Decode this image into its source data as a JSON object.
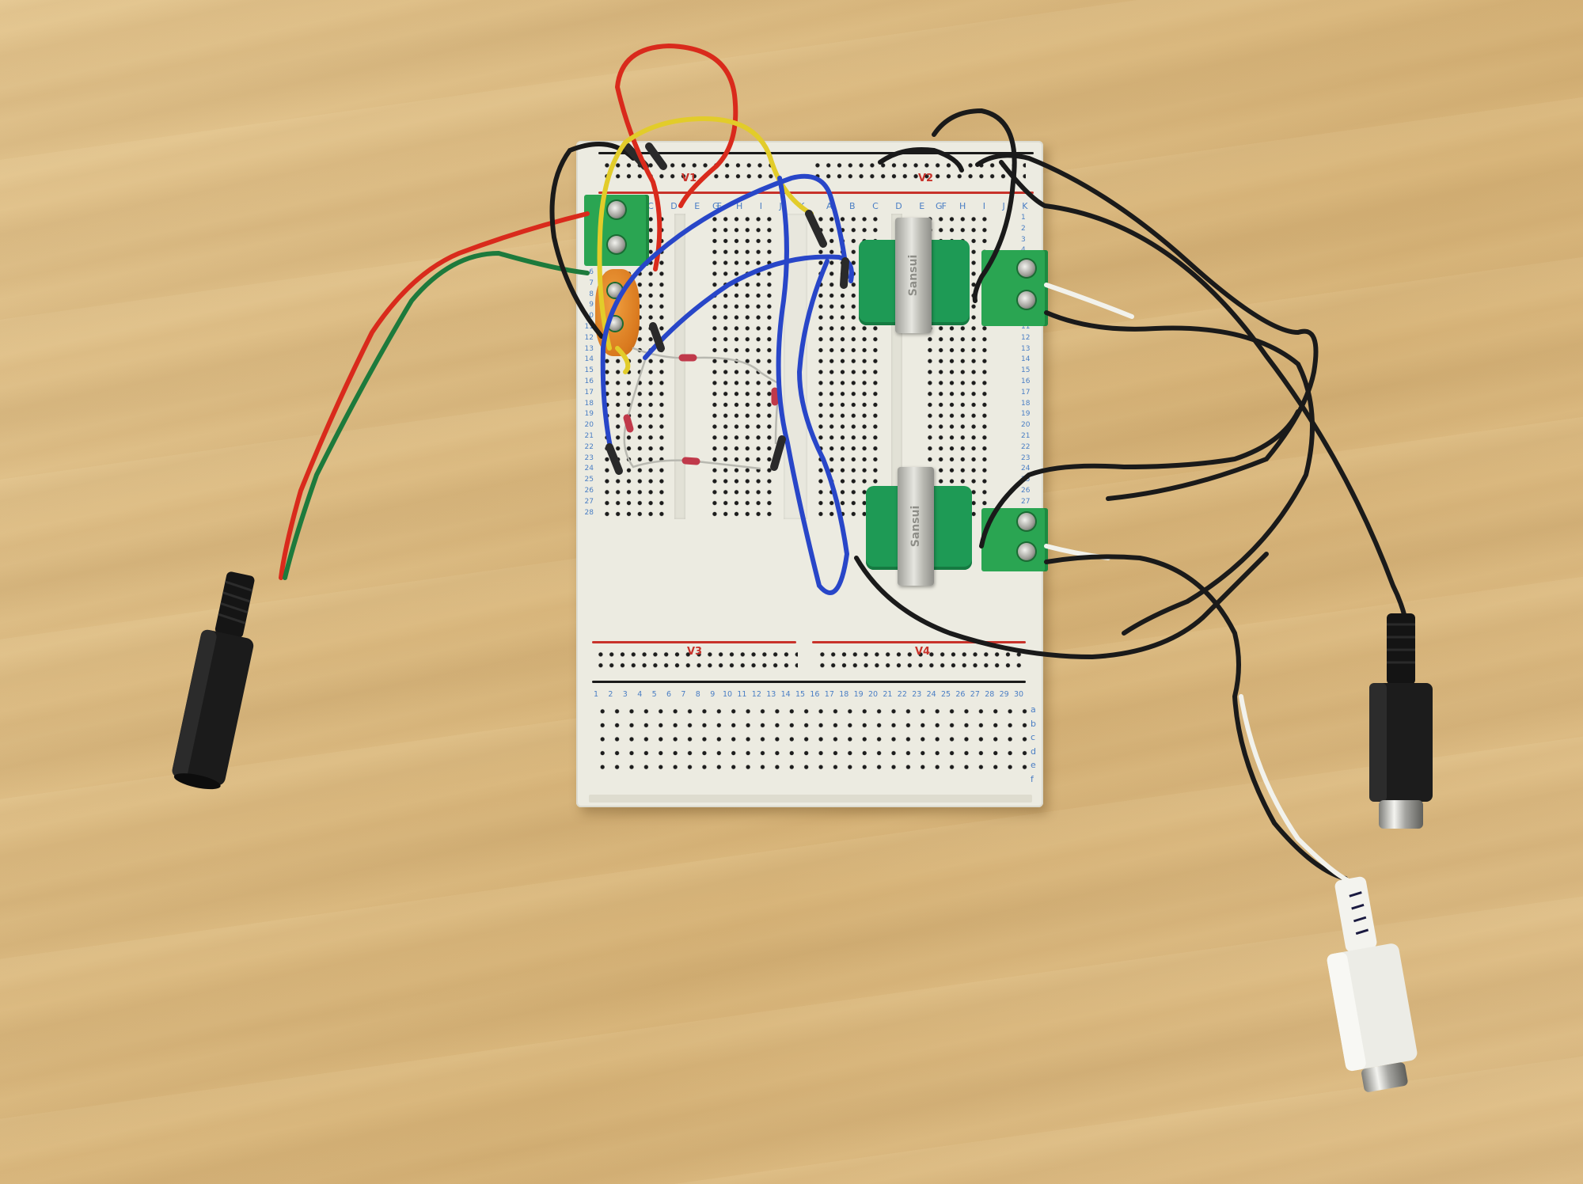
{
  "scene": {
    "subject": "breadboard audio circuit with transformers and RCA / 3.5mm jacks on wooden table",
    "colors": {
      "table": "#dcbb82",
      "board": "#ecebe1",
      "rail_red": "#c8322a",
      "rail_black": "#1a1a1a",
      "label_blue": "#4a7ec4",
      "transformer_green": "#1e9a55",
      "terminal_green": "#2aa552",
      "wire_red": "#d92a1c",
      "wire_yellow": "#e2cc2a",
      "wire_blue": "#2846c8",
      "wire_black": "#1a1a1a",
      "wire_green": "#1d7a3c",
      "wire_white": "#f2f2ec"
    }
  },
  "breadboard": {
    "top_rails": {
      "left_label": "V1",
      "right_label": "V2"
    },
    "bottom_rails": {
      "left_label": "V3",
      "right_label": "V4"
    },
    "column_letters_left": "A B C D E F",
    "column_letters_left_b": "G H I J K",
    "column_letters_right": "A B C D E F",
    "column_letters_right_b": "G H I J K",
    "row_numbers": [
      "1",
      "2",
      "3",
      "4",
      "5",
      "6",
      "7",
      "8",
      "9",
      "10",
      "11",
      "12",
      "13",
      "14",
      "15",
      "16",
      "17",
      "18",
      "19",
      "20",
      "21",
      "22",
      "23",
      "24",
      "25",
      "26",
      "27",
      "28"
    ],
    "bottom_column_numbers": [
      "1",
      "2",
      "3",
      "4",
      "5",
      "6",
      "7",
      "8",
      "9",
      "10",
      "11",
      "12",
      "13",
      "14",
      "15",
      "16",
      "17",
      "18",
      "19",
      "20",
      "21",
      "22",
      "23",
      "24",
      "25",
      "26",
      "27",
      "28",
      "29",
      "30"
    ],
    "bottom_row_letters": [
      "a",
      "b",
      "c",
      "d",
      "e",
      "f"
    ]
  },
  "components": {
    "transformer_top": {
      "brand": "Sansui"
    },
    "transformer_bottom": {
      "brand": "Sansui"
    },
    "terminal_blocks": [
      "left-top",
      "right-top",
      "right-bottom"
    ],
    "capacitor": "orange trimmer",
    "resistors_count": 4
  },
  "connectors": {
    "left": "black 3.5mm female jack",
    "right_top": "black RCA female jack",
    "right_bottom": "white RCA female jack"
  }
}
